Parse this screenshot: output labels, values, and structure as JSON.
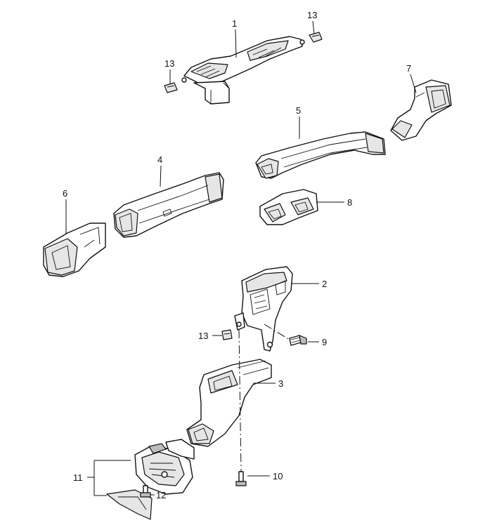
{
  "callouts": [
    {
      "id": "c1",
      "text": "1"
    },
    {
      "id": "c2",
      "text": "2"
    },
    {
      "id": "c3",
      "text": "3"
    },
    {
      "id": "c4",
      "text": "4"
    },
    {
      "id": "c5",
      "text": "5"
    },
    {
      "id": "c6",
      "text": "6"
    },
    {
      "id": "c7",
      "text": "7"
    },
    {
      "id": "c8",
      "text": "8"
    },
    {
      "id": "c9",
      "text": "9"
    },
    {
      "id": "c10",
      "text": "10"
    },
    {
      "id": "c11",
      "text": "11"
    },
    {
      "id": "c12",
      "text": "12"
    },
    {
      "id": "c13a",
      "text": "13"
    },
    {
      "id": "c13b",
      "text": "13"
    },
    {
      "id": "c13c",
      "text": "13"
    }
  ]
}
